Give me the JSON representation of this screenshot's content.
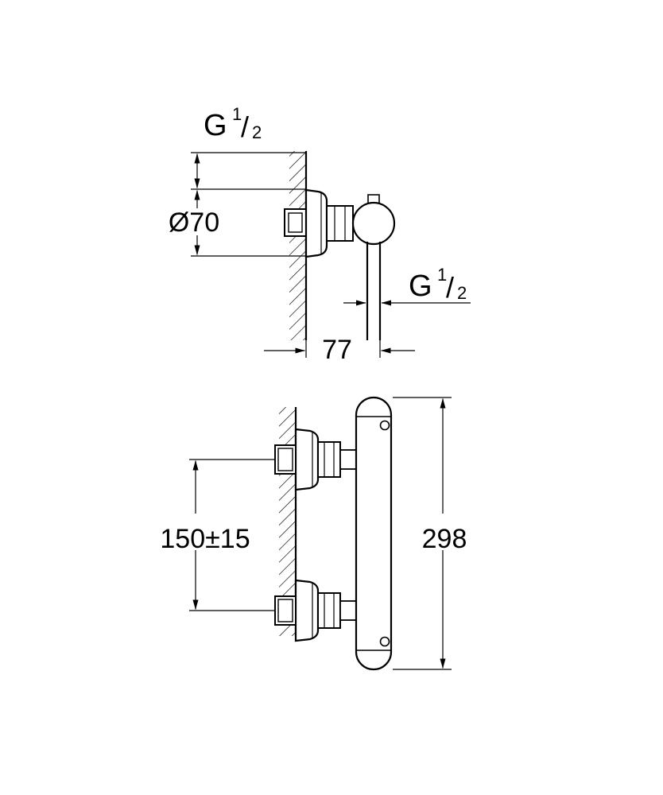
{
  "meta": {
    "background": "#ffffff",
    "ink": "#000000",
    "drawing_type": "thermostatic shower mixer dimensional drawing"
  },
  "labels": {
    "thread": {
      "prefix": "G",
      "numerator": "1",
      "slash": "/",
      "denominator": "2"
    },
    "escutcheon_diameter": "Ø70",
    "wall_to_outlet": "77",
    "connection_spacing": "150±15",
    "overall_height": "298"
  }
}
